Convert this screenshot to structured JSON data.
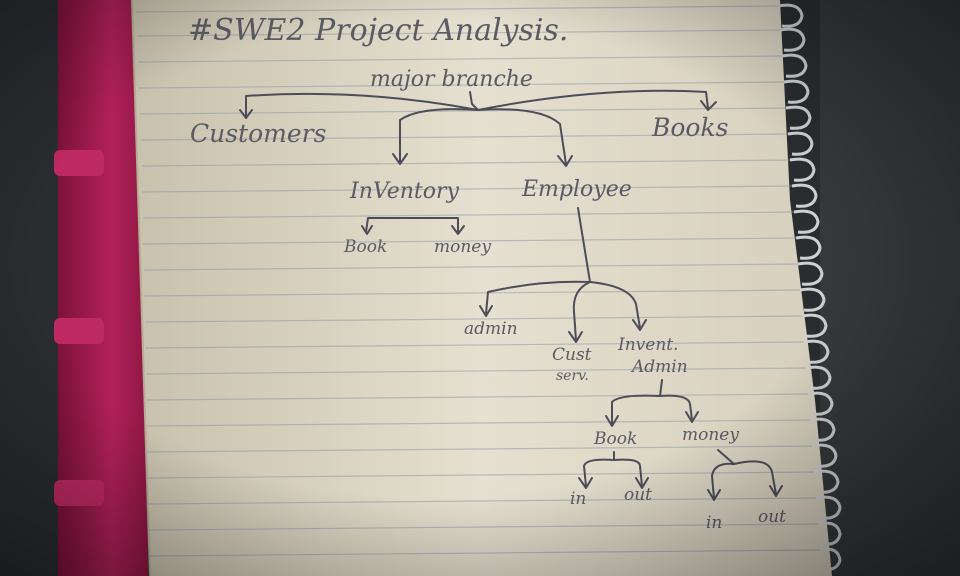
{
  "notebook": {
    "title": "#SWE2 Project Analysis.",
    "tree": {
      "root": "major branche",
      "level1": {
        "customers": "Customers",
        "books": "Books",
        "inventory": "InVentory",
        "employee": "Employee"
      },
      "inventory_children": {
        "book": "Book",
        "money": "money"
      },
      "employee_children": {
        "admin": "admin",
        "cust_line1": "Cust",
        "cust_line2": "serv.",
        "invent_line1": "Invent.",
        "invent_line2": "Admin"
      },
      "invent_admin_children": {
        "book": "Book",
        "money": "money"
      },
      "book_children": {
        "in": "in",
        "out": "out"
      },
      "money_children": {
        "in": "in",
        "out": "out"
      }
    }
  },
  "colors": {
    "paper": "#e8e2d3",
    "ink": "#4c4d58",
    "cover": "#b5215a",
    "background": "#2a2d30"
  }
}
